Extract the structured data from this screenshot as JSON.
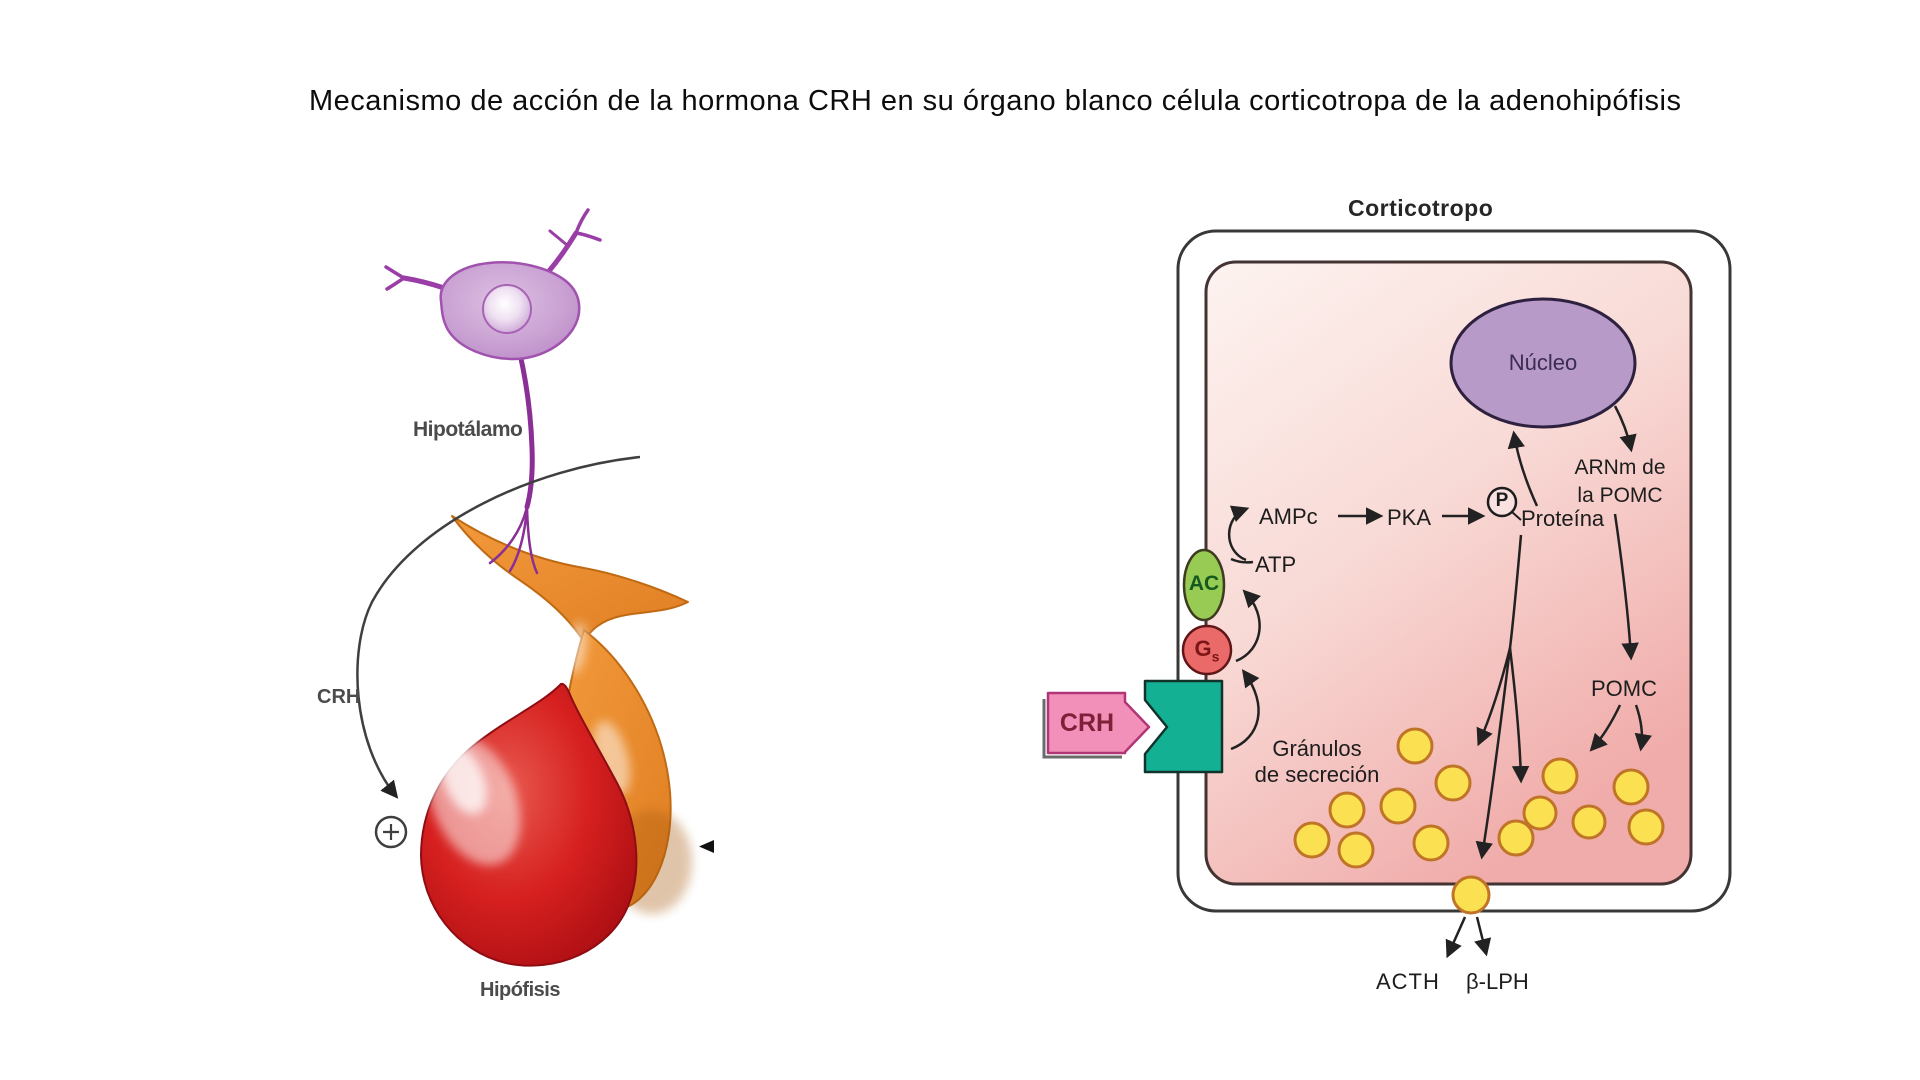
{
  "page": {
    "title": "Mecanismo de acción de la hormona CRH en su órgano blanco célula corticotropa de la adenohipófisis"
  },
  "left_figure": {
    "hypothalamus_label": "Hipotálamo",
    "crh_label": "CRH",
    "pituitary_label": "Hipófisis",
    "stimulation_symbol": "+"
  },
  "right_figure": {
    "title": "Corticotropo",
    "nucleus_label": "Núcleo",
    "arnm_label_line1": "ARNm de",
    "arnm_label_line2": "la POMC",
    "ampc_label": "AMPc",
    "pka_label": "PKA",
    "p_label": "P",
    "protein_label": "Proteína",
    "atp_label": "ATP",
    "ac_label": "AC",
    "gs_label": "G",
    "gs_subscript": "s",
    "crh_ligand_label": "CRH",
    "granules_label_line1": "Gránulos",
    "granules_label_line2": "de secreción",
    "pomc_label": "POMC",
    "acth_label": "ACTH",
    "blph_label": "β-LPH",
    "granules": [
      [
        1415,
        746,
        17
      ],
      [
        1453,
        783,
        17
      ],
      [
        1398,
        806,
        17
      ],
      [
        1347,
        810,
        17
      ],
      [
        1312,
        840,
        17
      ],
      [
        1356,
        850,
        17
      ],
      [
        1431,
        843,
        17
      ],
      [
        1516,
        838,
        17
      ],
      [
        1540,
        813,
        16
      ],
      [
        1560,
        776,
        17
      ],
      [
        1589,
        822,
        16
      ],
      [
        1631,
        787,
        17
      ],
      [
        1646,
        827,
        17
      ],
      [
        1471,
        895,
        18
      ]
    ],
    "colors": {
      "membrane_outline": "#383838",
      "cytoplasm_pink": "#f5c9c5",
      "nucleus_purple": "#b79ac7",
      "receptor_teal": "#14b093",
      "crh_box_pink": "#f390ba",
      "ac_green": "#98cb54",
      "gs_red": "#ea6a6a",
      "granule_yellow": "#fbe052",
      "granule_outline": "#bf7427",
      "neuron_purple": "#c9a0d2",
      "pituitary_red": "#d6201f",
      "pituitary_orange": "#ec8c2f"
    }
  }
}
